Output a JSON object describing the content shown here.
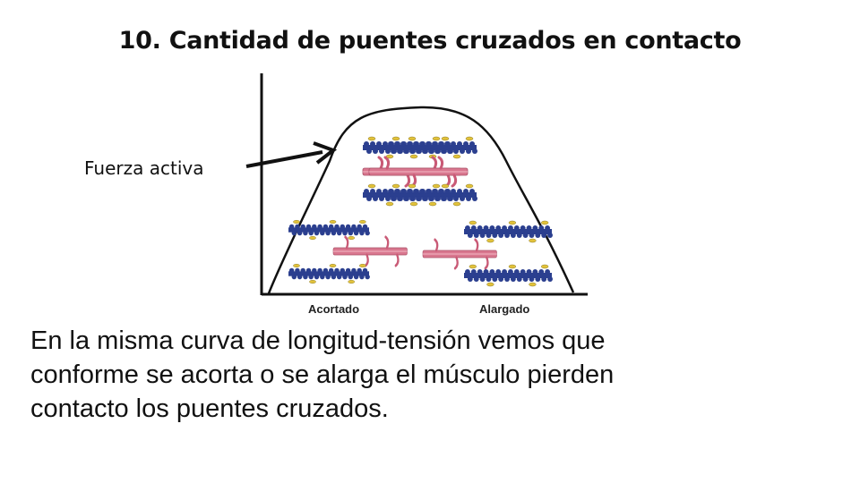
{
  "title": "10. Cantidad de puentes cruzados en contacto",
  "diagram": {
    "y_label": "Fuerza activa",
    "x_labels": {
      "left": "Acortado",
      "right": "Alargado"
    },
    "colors": {
      "myosin": "#2b3f8f",
      "actin": "#d9778f",
      "head": "#e2c23a",
      "axis": "#111111"
    }
  },
  "paragraph": {
    "lines": [
      "En la misma curva de longitud-tensión vemos que",
      "conforme se acorta o se alarga el músculo pierden",
      "contacto los puentes cruzados."
    ]
  }
}
